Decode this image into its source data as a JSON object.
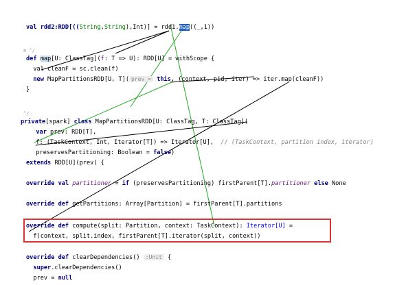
{
  "code": {
    "l1_prefix": "val rdd2:RDD[((",
    "l1_str1": "String",
    "l1_comma": ",",
    "l1_str2": "String",
    "l1_mid": "),Int)] = rdd1.",
    "l1_map": "map",
    "l1_args": "((_,1))",
    "gutter1": "≡ ^/",
    "l2_def": "def ",
    "l2_name": "map",
    "l2_sig": "[U: ClassTag](",
    "l2_f": "f",
    "l2_rest": ": T => U): RDD[U] = withScope {",
    "l3": "  val cleanF = sc.clean(f)",
    "l4_new": "  new ",
    "l4_a": "MapPartitionsRDD[U, T](",
    "l4_hint": "prev =",
    "l4_this": "this",
    "l4_b": ", (context, pid, iter) => iter.map(cleanF))",
    "l5": "}",
    "gutter2": "^/",
    "l6_priv": "private",
    "l6_a": "[spark] ",
    "l6_class": "class ",
    "l6_b": "MapPartitionsRDD[U: ClassTag, T: ClassTag](",
    "l7_var": "  var ",
    "l7_rest": "prev: RDD[T],",
    "l8_a": "  f: (TaskContext, Int, Iterator[T]) => Iterator[U],",
    "l8_cmt": "  // (TaskContext, partition index, iterator)",
    "l9_a": "  preservesPartitioning: Boolean = ",
    "l9_false": "false",
    "l9_b": ")",
    "l10_ext": "extends ",
    "l10_rest": "RDD[U](prev) {",
    "l11_ov": "override val ",
    "l11_part": "partitioner",
    "l11_eq": " = ",
    "l11_if": "if ",
    "l11_mid": "(preservesPartitioning) firstParent[T].",
    "l11_part2": "partitioner",
    "l11_else": " else ",
    "l11_none": "None",
    "l12_ov": "override def ",
    "l12_rest": "getPartitions: Array[Partition] = firstParent[T].partitions",
    "l13_ov": "override def ",
    "l13_rest": "compute(split: Partition, context: TaskContext): ",
    "l13_iter": "Iterator[U]",
    "l13_eq": " =",
    "l14": "  f(context, split.index, firstParent[T].iterator(split, context))",
    "l15_ov": "override def ",
    "l15_rest": "clearDependencies()",
    "l15_hint": ":Unit",
    "l15_brace": " {",
    "l16_super": "  super",
    "l16_rest": ".clearDependencies()",
    "l17_a": "  prev = ",
    "l17_null": "null"
  },
  "annotation_colors": {
    "box": "#e03030",
    "green": "#22aa22",
    "black": "#000000"
  }
}
